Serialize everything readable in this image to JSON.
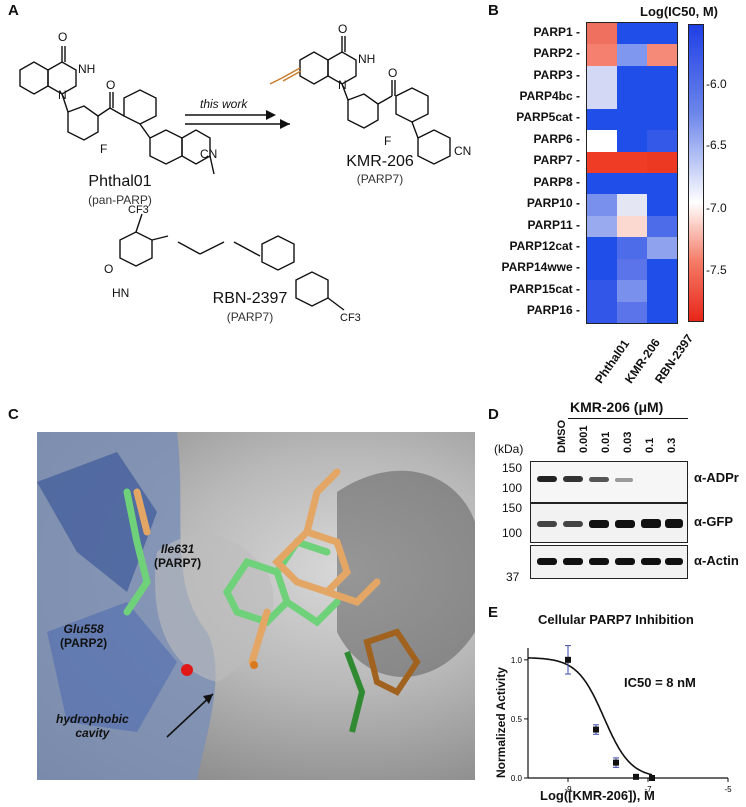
{
  "panels": {
    "A": "A",
    "B": "B",
    "C": "C",
    "D": "D",
    "E": "E"
  },
  "panel_a": {
    "compounds": [
      {
        "name": "Phthal01",
        "target": "(pan-PARP)"
      },
      {
        "name": "KMR-206",
        "target": "(PARP7)"
      },
      {
        "name": "RBN-2397",
        "target": "(PARP7)"
      }
    ],
    "arrow_label": "this work",
    "atoms": {
      "o": "O",
      "nh": "NH",
      "n": "N",
      "f": "F",
      "cn": "CN",
      "cf3": "CF3",
      "hn": "HN"
    }
  },
  "panel_b": {
    "colorbar_title": "Log(IC50, M)",
    "colorbar_ticks": [
      "-6.0",
      "-6.5",
      "-7.0",
      "-7.5"
    ],
    "columns": [
      "Phthal01",
      "KMR-206",
      "RBN-2397"
    ],
    "rows": [
      "PARP1",
      "PARP2",
      "PARP3",
      "PARP4bc",
      "PARP5cat",
      "PARP6",
      "PARP7",
      "PARP8",
      "PARP10",
      "PARP11",
      "PARP12cat",
      "PARP14wwe",
      "PARP15cat",
      "PARP16"
    ],
    "cells": [
      [
        "#f07060",
        "#1f4fe8",
        "#1f4fe8"
      ],
      [
        "#f58070",
        "#7f97ee",
        "#f58a78"
      ],
      [
        "#d3d8f5",
        "#1f4fe8",
        "#1f4fe8"
      ],
      [
        "#d3d8f5",
        "#1f4fe8",
        "#1f4fe8"
      ],
      [
        "#1f4fe8",
        "#1f4fe8",
        "#1f4fe8"
      ],
      [
        "#ffffff",
        "#1f4fe8",
        "#3458e8"
      ],
      [
        "#ef3d25",
        "#ef3d25",
        "#ec3a22"
      ],
      [
        "#1f4fe8",
        "#1f4fe8",
        "#1f4fe8"
      ],
      [
        "#7990ec",
        "#e4e6f4",
        "#1f4fe8"
      ],
      [
        "#9aaaee",
        "#fbd8d0",
        "#4d6cea"
      ],
      [
        "#1f4fe8",
        "#4d6cea",
        "#8ea2ee"
      ],
      [
        "#1f4fe8",
        "#5b74ea",
        "#1f4fe8"
      ],
      [
        "#3256e8",
        "#7990ec",
        "#1f4fe8"
      ],
      [
        "#3256e8",
        "#5b74ea",
        "#1f4fe8"
      ]
    ]
  },
  "panel_c": {
    "labels": [
      {
        "name": "Ile631",
        "sub": "(PARP7)"
      },
      {
        "name": "Glu558",
        "sub": "(PARP2)"
      },
      {
        "name": "hydrophobic",
        "sub": "cavity"
      }
    ]
  },
  "panel_d": {
    "compound_header": "KMR-206 (μM)",
    "kda_label": "(kDa)",
    "lanes": [
      "DMSO",
      "0.001",
      "0.01",
      "0.03",
      "0.1",
      "0.3"
    ],
    "blots": [
      {
        "antibody": "α-ADPr",
        "markers": [
          "150",
          "100"
        ]
      },
      {
        "antibody": "α-GFP",
        "markers": [
          "150",
          "100"
        ]
      },
      {
        "antibody": "α-Actin",
        "markers": [
          "37"
        ]
      }
    ]
  },
  "panel_e": {
    "title": "Cellular PARP7 Inhibition",
    "annotation": "IC50 = 8 nM",
    "xlabel": "Log([KMR-206]), M",
    "ylabel": "Normalized Activity"
  },
  "chart_data": {
    "type": "scatter",
    "title": "Cellular PARP7 Inhibition",
    "xlabel": "Log([KMR-206]), M",
    "ylabel": "Normalized Activity",
    "xlim": [
      -10,
      -5
    ],
    "ylim": [
      0,
      1.1
    ],
    "x_ticks": [
      -9,
      -7,
      -5
    ],
    "y_ticks": [
      0.0,
      0.5,
      1.0
    ],
    "x": [
      -9,
      -8.3,
      -7.8,
      -7.3,
      -6.9
    ],
    "y": [
      1.0,
      0.41,
      0.13,
      0.01,
      0.0
    ],
    "err": [
      0.12,
      0.04,
      0.04,
      0.01,
      0.005
    ],
    "fit": {
      "ic50_log": -8.1,
      "hill": 1.3,
      "top": 1.02,
      "bottom": 0.0
    }
  }
}
